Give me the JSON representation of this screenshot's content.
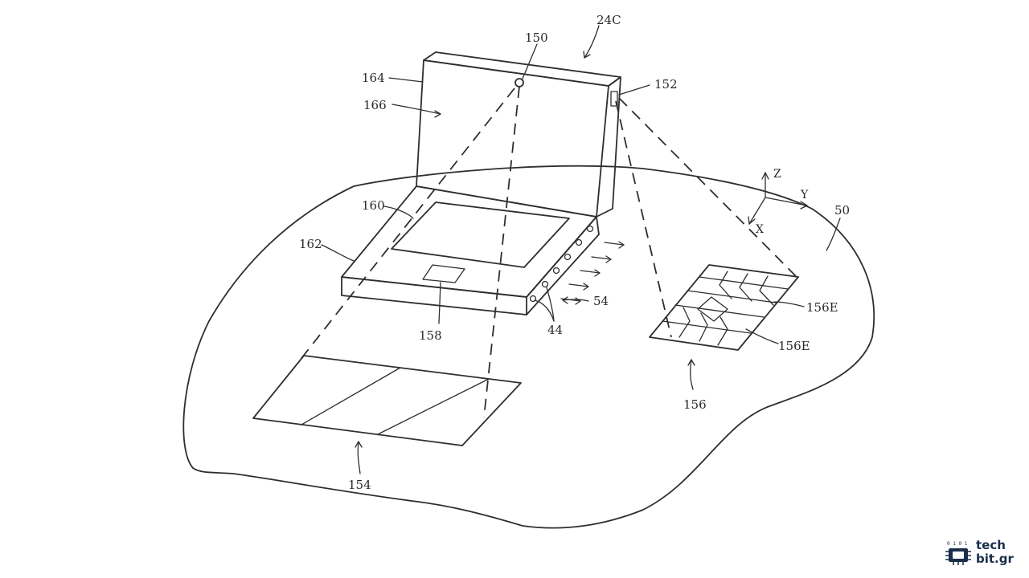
{
  "figure": {
    "refs": {
      "r24c": "24C",
      "r150": "150",
      "r152": "152",
      "r164": "164",
      "r166": "166",
      "r160": "160",
      "r162": "162",
      "r158": "158",
      "r44": "44",
      "r54": "54",
      "r50": "50",
      "r154": "154",
      "r156": "156",
      "r156e_a": "156E",
      "r156e_b": "156E"
    },
    "axes": {
      "z": "Z",
      "y": "Y",
      "x": "X"
    }
  },
  "watermark": {
    "line1": "tech",
    "line2": "bit.gr",
    "bits": "0 1 0 1",
    "accent_color": "#1b2f4a",
    "icon": "circuit-chip-icon"
  }
}
